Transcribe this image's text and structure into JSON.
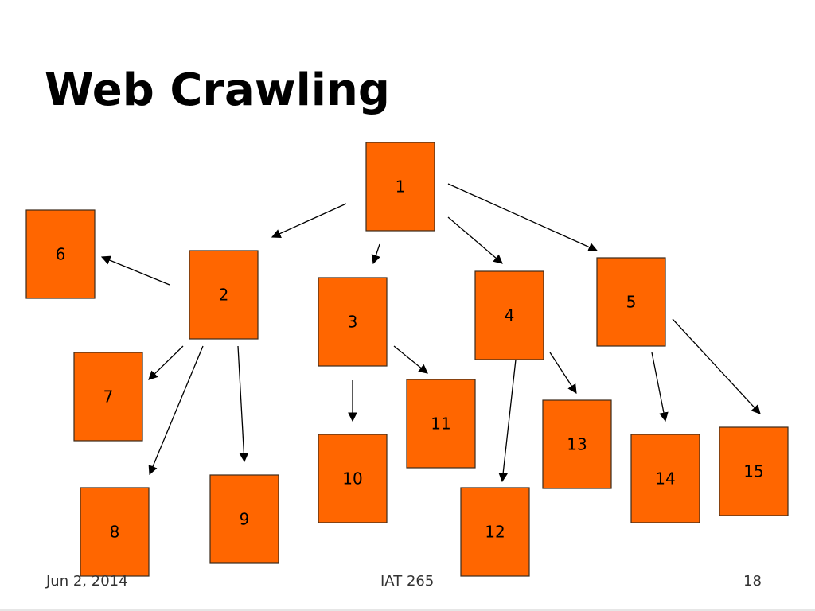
{
  "slide": {
    "title": "Web Crawling"
  },
  "footer": {
    "date": "Jun 2, 2014",
    "course": "IAT 265",
    "page": "18"
  },
  "colors": {
    "node_fill": "#FF6600",
    "node_stroke": "#3a2a1a",
    "edge": "#000000"
  },
  "diagram": {
    "nodes": [
      {
        "id": "1",
        "label": "1"
      },
      {
        "id": "2",
        "label": "2"
      },
      {
        "id": "3",
        "label": "3"
      },
      {
        "id": "4",
        "label": "4"
      },
      {
        "id": "5",
        "label": "5"
      },
      {
        "id": "6",
        "label": "6"
      },
      {
        "id": "7",
        "label": "7"
      },
      {
        "id": "8",
        "label": "8"
      },
      {
        "id": "9",
        "label": "9"
      },
      {
        "id": "10",
        "label": "10"
      },
      {
        "id": "11",
        "label": "11"
      },
      {
        "id": "12",
        "label": "12"
      },
      {
        "id": "13",
        "label": "13"
      },
      {
        "id": "14",
        "label": "14"
      },
      {
        "id": "15",
        "label": "15"
      }
    ],
    "edges": [
      {
        "from": "1",
        "to": "2"
      },
      {
        "from": "1",
        "to": "3"
      },
      {
        "from": "1",
        "to": "4"
      },
      {
        "from": "1",
        "to": "5"
      },
      {
        "from": "2",
        "to": "6"
      },
      {
        "from": "2",
        "to": "7"
      },
      {
        "from": "2",
        "to": "8"
      },
      {
        "from": "2",
        "to": "9"
      },
      {
        "from": "3",
        "to": "10"
      },
      {
        "from": "3",
        "to": "11"
      },
      {
        "from": "4",
        "to": "12"
      },
      {
        "from": "4",
        "to": "13"
      },
      {
        "from": "5",
        "to": "14"
      },
      {
        "from": "5",
        "to": "15"
      }
    ]
  }
}
